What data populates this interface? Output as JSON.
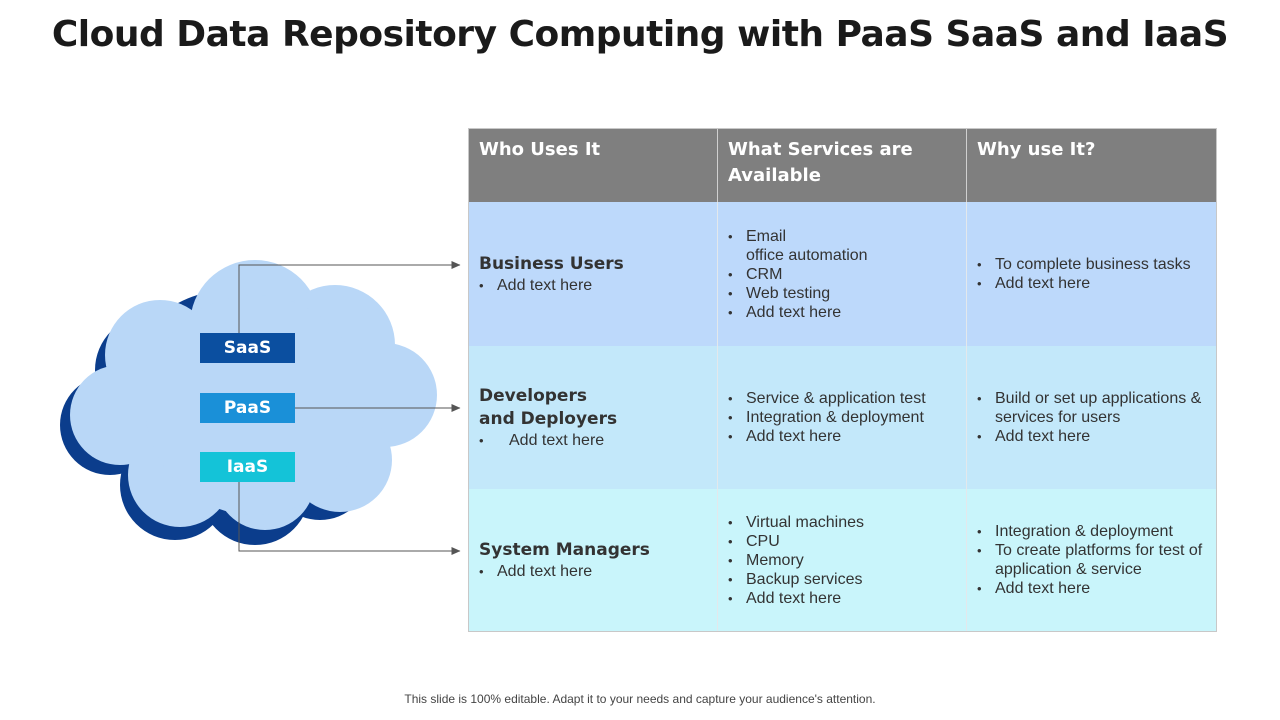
{
  "title": "Cloud Data Repository Computing with PaaS SaaS and IaaS",
  "colors": {
    "header_bg": "#7f7f7f",
    "row1_bg": "#bdd9fb",
    "row2_bg": "#c3e8fa",
    "row3_bg": "#c9f5fb",
    "cloud_fill": "#b9d7f7",
    "cloud_shadow": "#0b3d8c",
    "saas": "#0b4fa0",
    "paas": "#1a90d8",
    "iaas": "#14c3d8"
  },
  "cloud": {
    "tags": [
      "SaaS",
      "PaaS",
      "IaaS"
    ]
  },
  "table": {
    "headers": [
      "Who Uses It",
      "What Services are Available",
      "Why use It?"
    ],
    "rows": [
      {
        "who_lines": [
          "Business Users"
        ],
        "who_items": [
          "Add text here"
        ],
        "services": [
          "Email\noffice automation",
          "CRM",
          "Web testing",
          "Add text here"
        ],
        "why": [
          "To complete business tasks",
          "Add text here"
        ]
      },
      {
        "who_lines": [
          "Developers",
          "and Deployers"
        ],
        "who_items": [
          "Add text here"
        ],
        "services": [
          "Service & application test",
          "Integration  & deployment",
          "Add text here"
        ],
        "why": [
          "Build or set up applications & services for users",
          "Add text here"
        ]
      },
      {
        "who_lines": [
          "System Managers"
        ],
        "who_items": [
          "Add text here"
        ],
        "services": [
          "Virtual machines",
          "CPU",
          "Memory",
          "Backup services",
          "Add text here"
        ],
        "why": [
          "Integration  & deployment",
          "To create platforms for test of application & service",
          "Add text here"
        ]
      }
    ]
  },
  "footer": "This slide is 100% editable. Adapt it to your needs and capture your audience's attention."
}
